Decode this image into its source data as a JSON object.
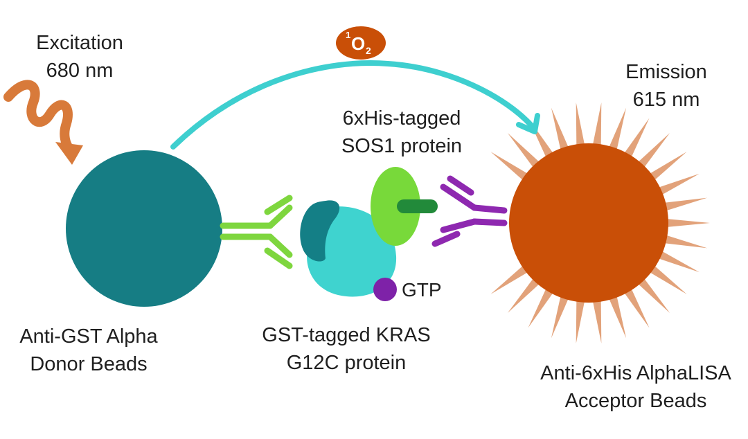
{
  "excitation": {
    "line1": "Excitation",
    "line2": "680 nm"
  },
  "singlet_oxygen": {
    "superscript": "1",
    "symbol": "O",
    "subscript": "2"
  },
  "emission": {
    "line1": "Emission",
    "line2": "615 nm"
  },
  "sos1": {
    "line1": "6xHis-tagged",
    "line2": "SOS1 protein"
  },
  "gtp": {
    "label": "GTP"
  },
  "donor": {
    "line1": "Anti-GST Alpha",
    "line2": "Donor Beads"
  },
  "kras": {
    "line1": "GST-tagged KRAS",
    "line2": "G12C protein"
  },
  "acceptor": {
    "line1": "Anti-6xHis AlphaLISA",
    "line2": "Acceptor Beads"
  },
  "colors": {
    "donor_bead": "#167d84",
    "acceptor_bead": "#c94f07",
    "acceptor_rays": "#e2a27a",
    "excitation_wave": "#d87a3a",
    "energy_arrow": "#3ecfcf",
    "singlet_oxygen_badge": "#c94f07",
    "kras_body": "#3fd3cf",
    "kras_lobe": "#147f86",
    "sos1_body": "#78d93a",
    "sos1_bar": "#228a3a",
    "gtp": "#7e22a8",
    "gst_antibody": "#7ed63e",
    "his_antibody": "#8e28b0"
  }
}
